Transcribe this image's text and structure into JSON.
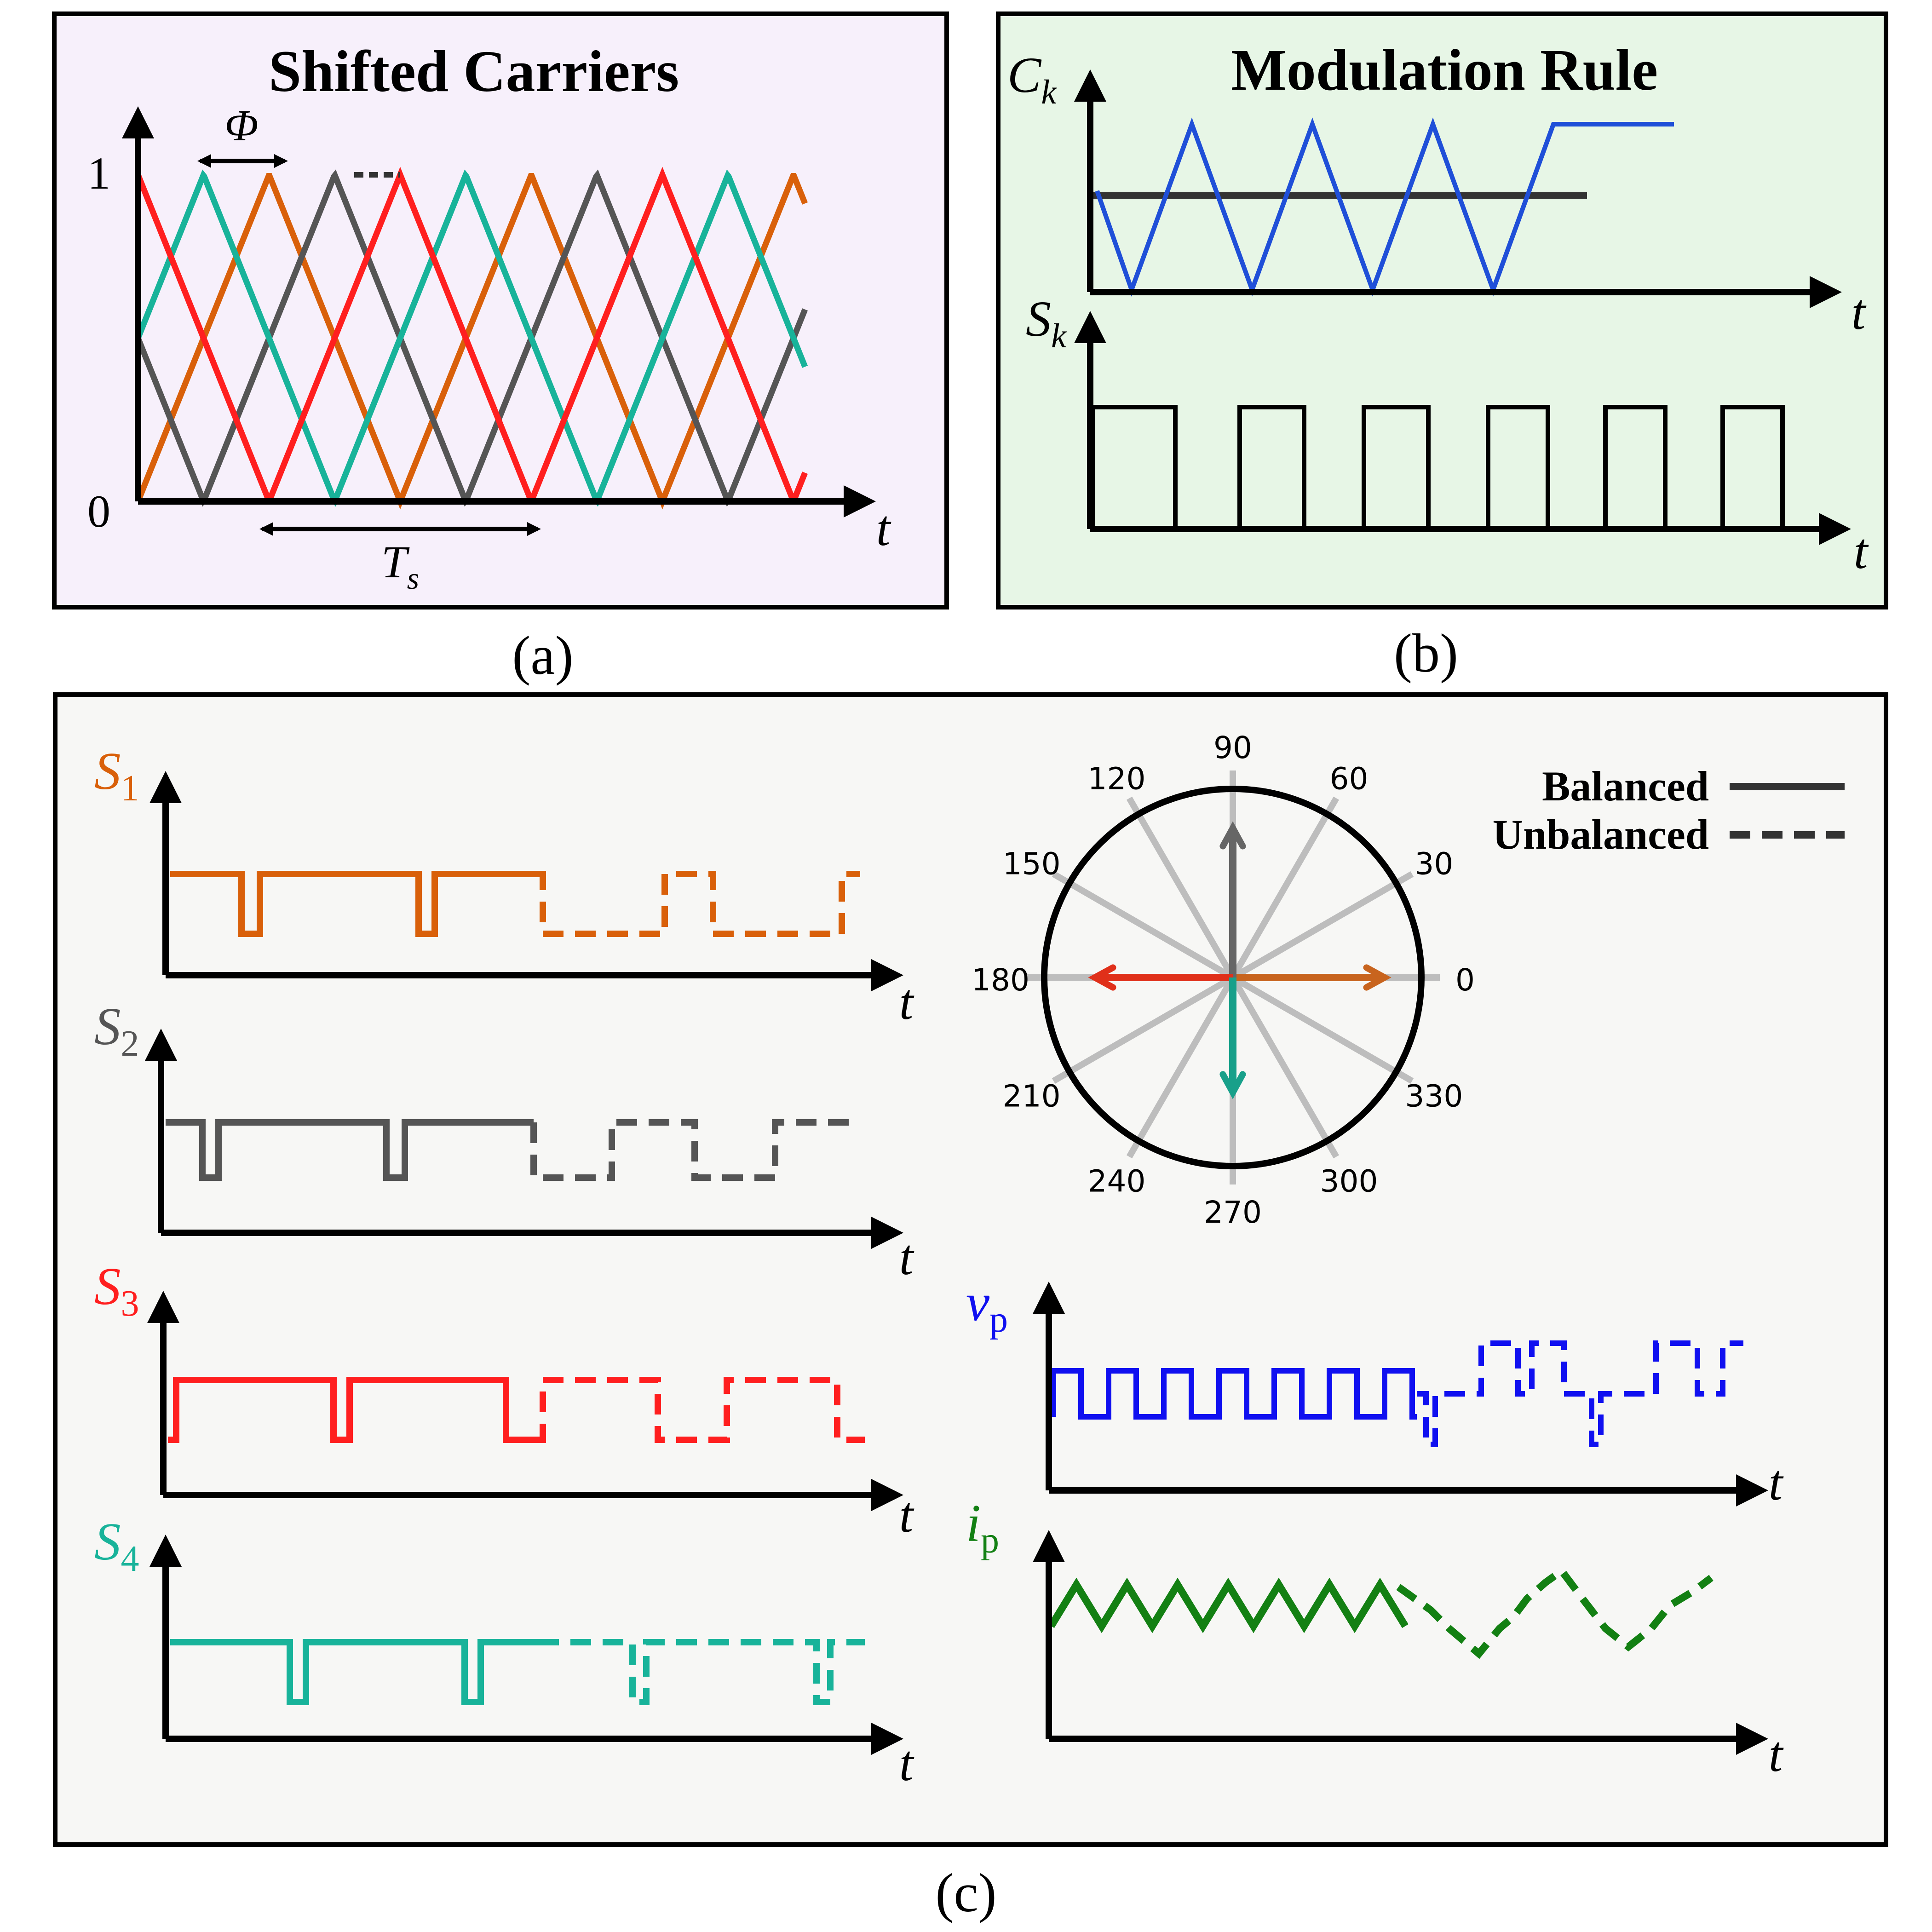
{
  "panel_a": {
    "title": "Shifted Carriers",
    "caption": "(a)",
    "y_tick_top": "1",
    "y_tick_bottom": "0",
    "phase_label": "Φ",
    "period_label": "T",
    "period_sub": "s",
    "axis_t": "t",
    "carrier_colors": [
      "#ff1f1f",
      "#18b39a",
      "#d9600a",
      "#555555"
    ]
  },
  "panel_b": {
    "title": "Modulation Rule",
    "caption": "(b)",
    "carrier_label": "C",
    "carrier_sub": "k",
    "switch_label": "S",
    "switch_sub": "k",
    "axis_t_top": "t",
    "axis_t_bottom": "t",
    "carrier_color": "#1f4fd8",
    "reference_color": "#333333"
  },
  "panel_c": {
    "caption": "(c)",
    "signals": [
      {
        "label": "S",
        "sub": "1",
        "color": "#d9600a"
      },
      {
        "label": "S",
        "sub": "2",
        "color": "#555555"
      },
      {
        "label": "S",
        "sub": "3",
        "color": "#ff1f1f"
      },
      {
        "label": "S",
        "sub": "4",
        "color": "#18b39a"
      }
    ],
    "axis_t": [
      "t",
      "t",
      "t",
      "t"
    ],
    "vp": {
      "label": "v",
      "sub": "p",
      "color": "#1010f0",
      "axis_t": "t"
    },
    "ip": {
      "label": "i",
      "sub": "p",
      "color": "#138013",
      "axis_t": "t"
    },
    "legend": {
      "balanced": "Balanced",
      "unbalanced": "Unbalanced"
    },
    "polar_angles": [
      "0",
      "30",
      "60",
      "90",
      "120",
      "150",
      "180",
      "210",
      "240",
      "270",
      "300",
      "330"
    ],
    "phasor_colors": {
      "0": "#c8641e",
      "90": "#666666",
      "180": "#e0301a",
      "270": "#18a08a"
    }
  }
}
